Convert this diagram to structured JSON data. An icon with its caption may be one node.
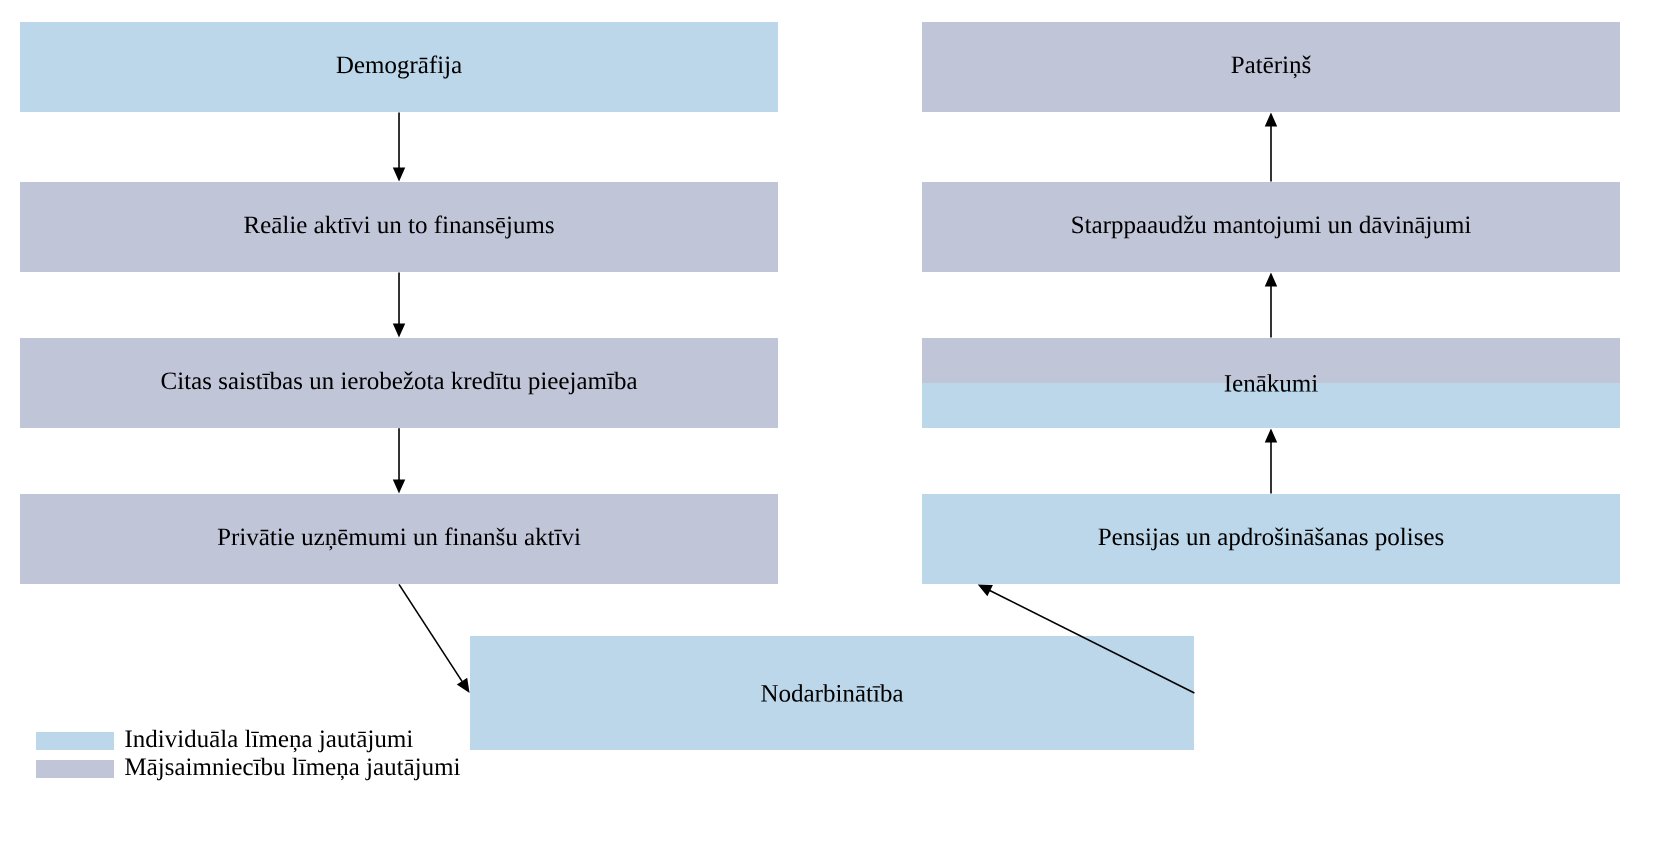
{
  "diagram": {
    "nodes": [
      {
        "text": [
          "Demogrāfija"
        ]
      },
      {
        "text": [
          "Reālie aktīvi un to finansējums"
        ]
      },
      {
        "text": [
          "Citas saistības un ierobežota kredītu pieejamība"
        ]
      },
      {
        "text": [
          "Privātie uzņēmumi un finanšu aktīvi"
        ]
      },
      {
        "text": [
          "Nodarbinātība"
        ]
      },
      {
        "text": [
          "Pensijas un apdrošināšanas polises"
        ]
      },
      {
        "text": [
          "Ienākumi"
        ]
      },
      {
        "text": [
          "Starppaaudžu mantojumi un dāvinājumi"
        ]
      },
      {
        "text": [
          "Patēriņš"
        ]
      }
    ],
    "edges": [
      {
        "from": 0,
        "to": 1,
        "arrow": "to"
      },
      {
        "from": 1,
        "to": 2,
        "arrow": "to"
      },
      {
        "from": 2,
        "to": 3,
        "arrow": "to"
      },
      {
        "from": 3,
        "to": 4,
        "arrow": "to"
      },
      {
        "from": 4,
        "to": 5,
        "arrow": "to"
      },
      {
        "from": 5,
        "to": 6,
        "arrow": "to"
      },
      {
        "from": 6,
        "to": 7,
        "arrow": "to"
      },
      {
        "from": 7,
        "to": 8,
        "arrow": "to"
      }
    ],
    "legend": [
      {
        "text": "Individuāla līmeņa jautājumi",
        "color": "#bdd7ea"
      },
      {
        "text": "Mājsaimniecību līmeņa jautājumi",
        "color": "#c1c5d8"
      }
    ]
  }
}
